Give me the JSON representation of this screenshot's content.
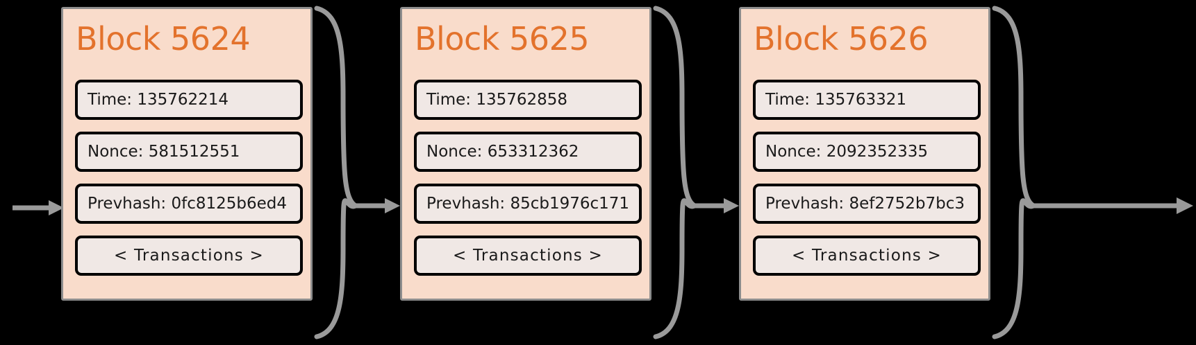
{
  "diagram": {
    "title": "Blockchain block chain diagram",
    "background_color": "#000000",
    "block_fill": "#f9dccb",
    "block_border": "#8d8d8d",
    "title_color": "#e3722c",
    "field_fill": "#f0e8e5",
    "field_border": "#000000",
    "connector_color": "#9a9a9a",
    "field_labels": {
      "time": "Time:",
      "nonce": "Nonce:",
      "prevhash": "Prevhash:"
    },
    "blocks": [
      {
        "title": "Block 5624",
        "time": "Time: 135762214",
        "nonce": "Nonce: 581512551",
        "prevhash": "Prevhash: 0fc8125b6ed4",
        "transactions": "< Transactions >"
      },
      {
        "title": "Block 5625",
        "time": "Time: 135762858",
        "nonce": "Nonce: 653312362",
        "prevhash": "Prevhash: 85cb1976c171",
        "transactions": "< Transactions >"
      },
      {
        "title": "Block 5626",
        "time": "Time: 135763321",
        "nonce": "Nonce: 2092352335",
        "prevhash": "Prevhash: 8ef2752b7bc3",
        "transactions": "< Transactions >"
      }
    ]
  }
}
